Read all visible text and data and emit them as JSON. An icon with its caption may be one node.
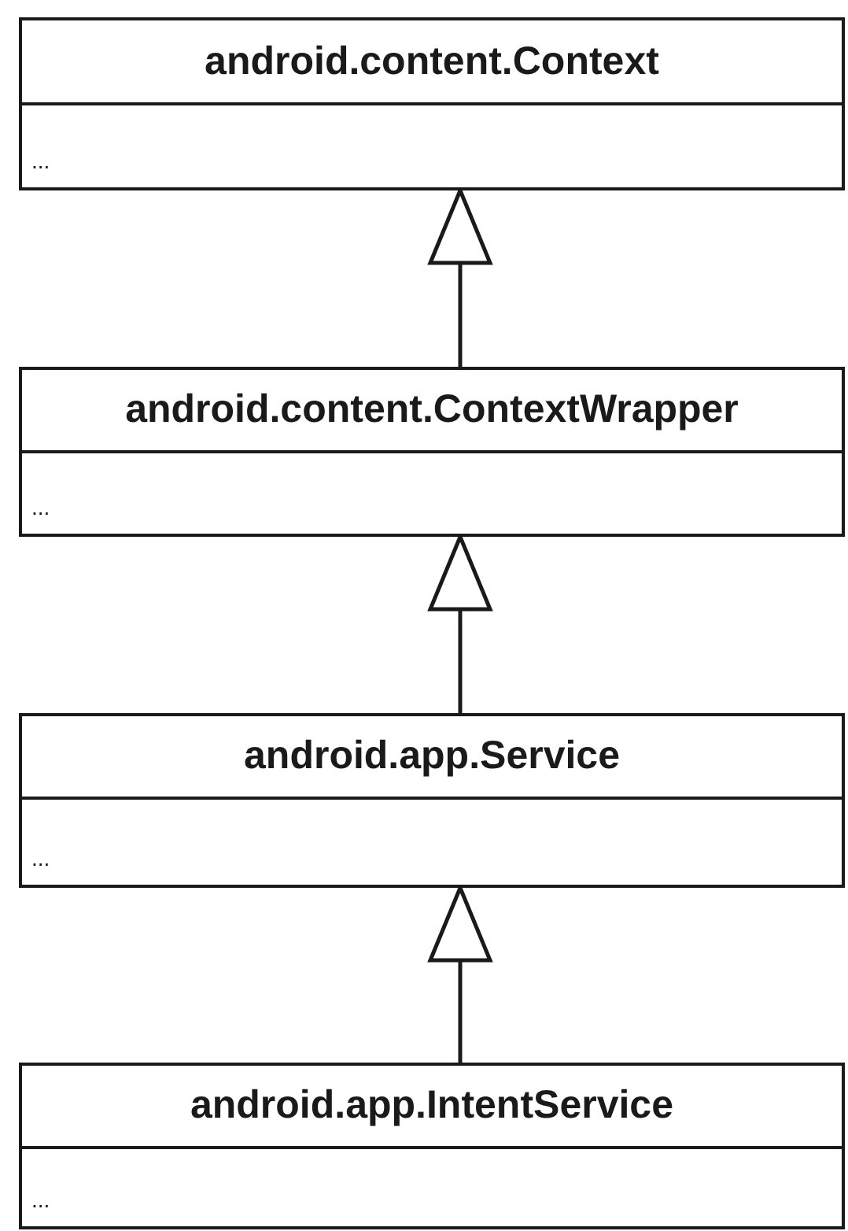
{
  "diagram": {
    "nodes": [
      {
        "text": [
          "android.content.Context",
          "..."
        ]
      },
      {
        "text": [
          "android.content.ContextWrapper",
          "..."
        ]
      },
      {
        "text": [
          "android.app.Service",
          "..."
        ]
      },
      {
        "text": [
          "android.app.IntentService",
          "..."
        ]
      }
    ],
    "edges": [
      {
        "from": 1,
        "to": 0,
        "arrow": "to"
      },
      {
        "from": 2,
        "to": 1,
        "arrow": "to"
      },
      {
        "from": 3,
        "to": 2,
        "arrow": "to"
      }
    ]
  }
}
